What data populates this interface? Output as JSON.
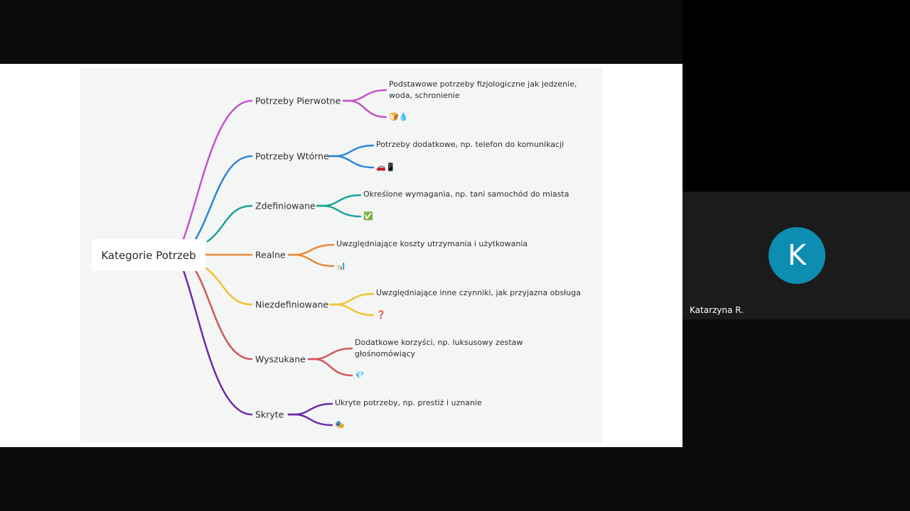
{
  "participant": {
    "initial": "K",
    "name": "Katarzyna R.",
    "avatar_color": "#0d8db2"
  },
  "mindmap": {
    "root": "Kategorie Potrzeb",
    "branches": [
      {
        "label": "Potrzeby Pierwotne",
        "text": "Podstawowe potrzeby fizjologiczne jak jedzenie, woda, schronienie",
        "emoji": "🍞💧",
        "color": "#c354c9"
      },
      {
        "label": "Potrzeby Wtórne",
        "text": "Potrzeby dodatkowe, np. telefon do komunikacji",
        "emoji": "🚗📱",
        "color": "#2f86d1"
      },
      {
        "label": "Zdefiniowane",
        "text": "Określone wymagania, np. tani samochód do miasta",
        "emoji": "✅",
        "color": "#1aa39a"
      },
      {
        "label": "Realne",
        "text": "Uwzględniające koszty utrzymania i użytkowania",
        "emoji": "📊",
        "color": "#e88a3a"
      },
      {
        "label": "Niezdefiniowane",
        "text": "Uwzględniające inne czynniki, jak przyjazna obsługa",
        "emoji": "❓",
        "color": "#f0c232"
      },
      {
        "label": "Wyszukane",
        "text": "Dodatkowe korzyści, np. luksusowy zestaw głośnomówiący",
        "emoji": "💎",
        "color": "#d0575b"
      },
      {
        "label": "Skryte",
        "text": "Ukryte potrzeby, np. prestiż i uznanie",
        "emoji": "🎭",
        "color": "#6b2aa8"
      }
    ]
  }
}
